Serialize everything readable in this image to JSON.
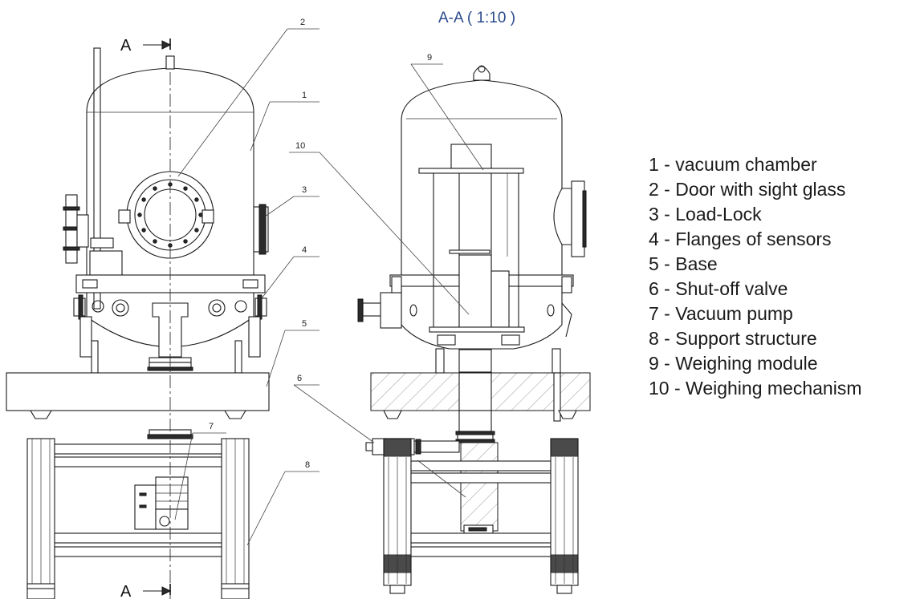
{
  "section_title": "A-A ( 1:10 )",
  "section_marker": "A",
  "callouts": [
    "1",
    "2",
    "3",
    "4",
    "5",
    "6",
    "7",
    "8",
    "9",
    "10"
  ],
  "legend": [
    "1 - vacuum chamber",
    "2 - Door with sight glass",
    "3 - Load-Lock",
    "4 - Flanges of sensors",
    "5 - Base",
    "6 - Shut-off valve",
    "7 - Vacuum pump",
    "8 - Support structure",
    "9 - Weighing module",
    "10 - Weighing mechanism"
  ]
}
